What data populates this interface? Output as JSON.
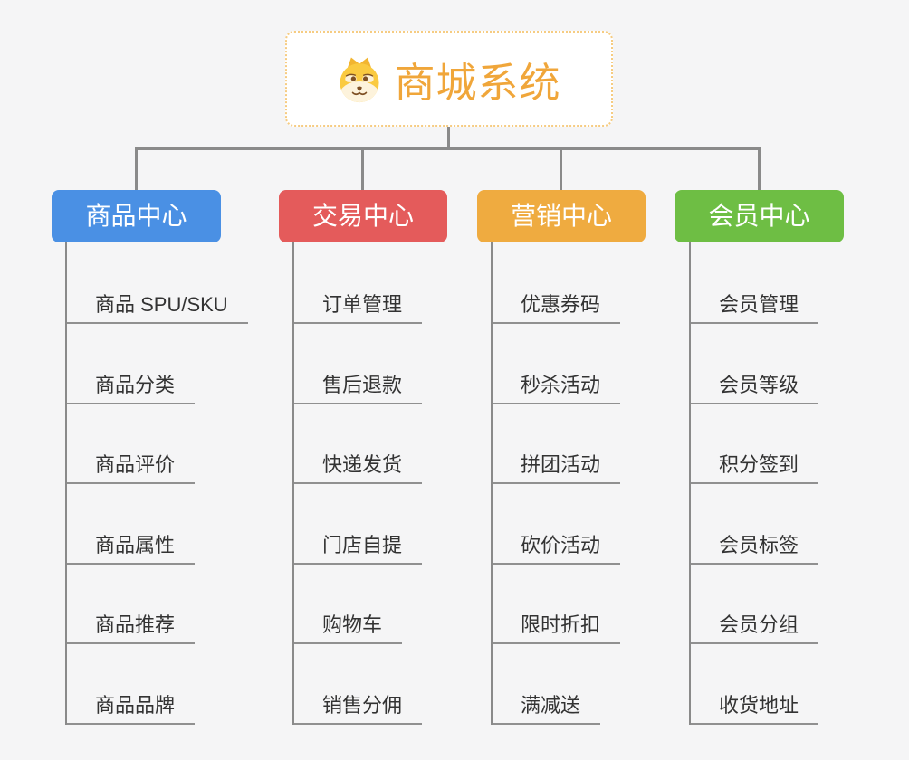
{
  "root": {
    "title": "商城系统",
    "icon": "dog-face-icon"
  },
  "colors": {
    "page_background": "#F5F5F6",
    "root_border": "#F6CC82",
    "root_title": "#F0A63A",
    "connector": "#8A8A8A",
    "child_underline": "#909090",
    "child_text": "#333333"
  },
  "branches": [
    {
      "label": "商品中心",
      "color": "#4A90E4",
      "children": [
        "商品 SPU/SKU",
        "商品分类",
        "商品评价",
        "商品属性",
        "商品推荐",
        "商品品牌"
      ]
    },
    {
      "label": "交易中心",
      "color": "#E45B5B",
      "children": [
        "订单管理",
        "售后退款",
        "快递发货",
        "门店自提",
        "购物车",
        "销售分佣"
      ]
    },
    {
      "label": "营销中心",
      "color": "#EFAB40",
      "children": [
        "优惠券码",
        "秒杀活动",
        "拼团活动",
        "砍价活动",
        "限时折扣",
        "满减送"
      ]
    },
    {
      "label": "会员中心",
      "color": "#6EBE44",
      "children": [
        "会员管理",
        "会员等级",
        "积分签到",
        "会员标签",
        "会员分组",
        "收货地址"
      ]
    }
  ]
}
